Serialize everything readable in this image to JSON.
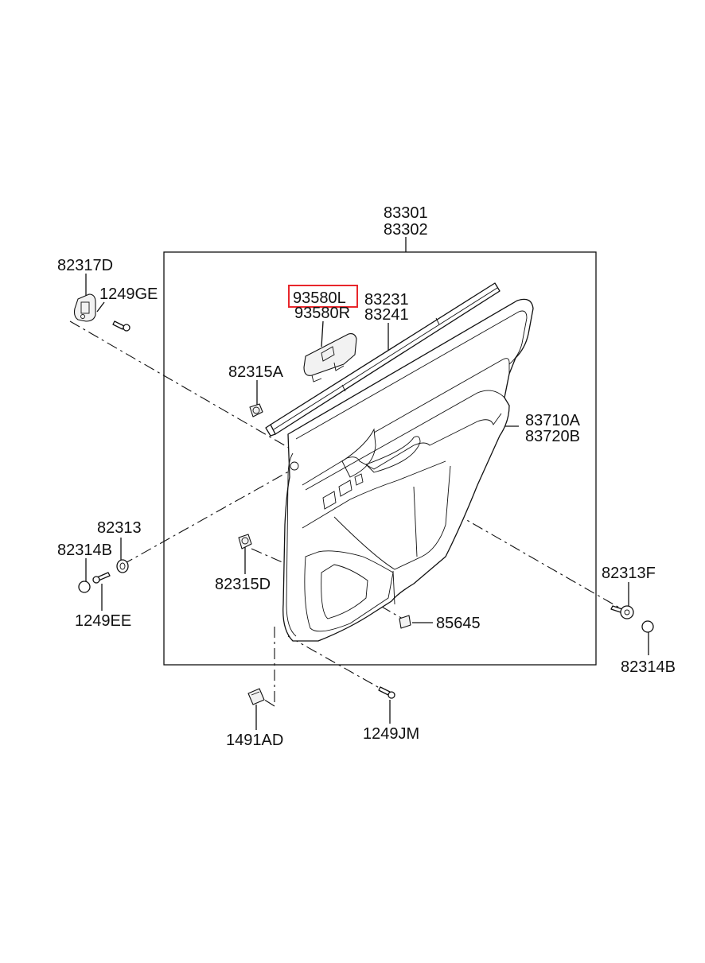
{
  "colors": {
    "highlight": "#e8262b",
    "ink": "#111111",
    "background": "#ffffff"
  },
  "labels": {
    "p83301": "83301",
    "p83302": "83302",
    "p82317D": "82317D",
    "p1249GE": "1249GE",
    "p93580L": "93580L",
    "p93580R": "93580R",
    "p83231": "83231",
    "p83241": "83241",
    "p82315A": "82315A",
    "p83710A": "83710A",
    "p83720B": "83720B",
    "p82313": "82313",
    "p82314B_left": "82314B",
    "p1249EE": "1249EE",
    "p82315D": "82315D",
    "p85645": "85645",
    "p82313F": "82313F",
    "p82314B_right": "82314B",
    "p1491AD": "1491AD",
    "p1249JM": "1249JM"
  },
  "highlighted_part": "93580L"
}
